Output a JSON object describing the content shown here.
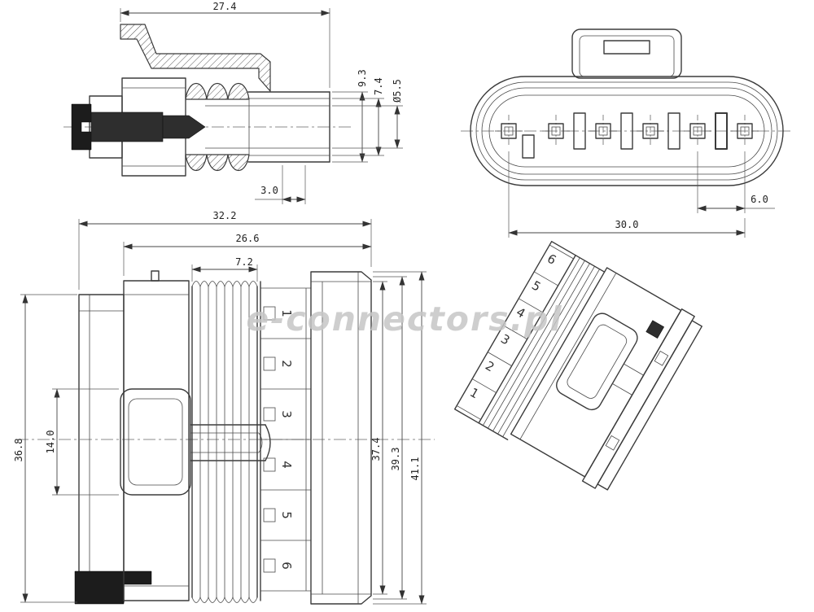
{
  "watermark": "e-connectors.pl",
  "colors": {
    "line": "#3b3b3b",
    "dark_fill": "#1c1c1c",
    "watermark": "#c6c6c6"
  },
  "views": {
    "section": {
      "dim_width": "27.4",
      "dim_outer_dia": "9.3",
      "dim_mid_dia": "7.4",
      "dim_bore": "Ø5.5",
      "dim_tip": "3.0"
    },
    "front": {
      "dim_span": "30.0",
      "dim_pitch": "6.0"
    },
    "side": {
      "dim_overall_width": "32.2",
      "dim_body_width": "26.6",
      "dim_boot_width": "7.2",
      "dim_height": "36.8",
      "dim_latch_height": "14.0",
      "dim_h1": "37.4",
      "dim_h2": "39.3",
      "dim_h3": "41.1",
      "pins": [
        "1",
        "2",
        "3",
        "4",
        "5",
        "6"
      ]
    },
    "iso": {
      "pins": [
        "1",
        "2",
        "3",
        "4",
        "5",
        "6"
      ]
    }
  }
}
